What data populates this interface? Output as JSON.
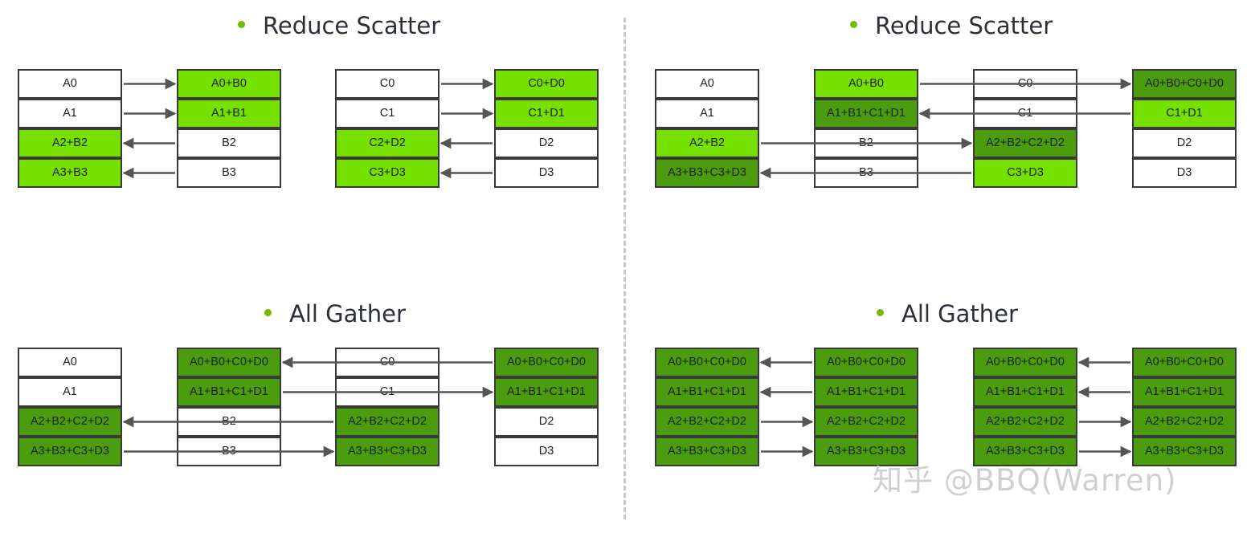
{
  "colors": {
    "bright_green": "#76e000",
    "dark_green": "#4c9c0f",
    "white": "#ffffff",
    "border": "#3a3a3a",
    "arrow": "#555555",
    "bullet": "#76b900",
    "title_text": "#2b2f3a",
    "divider": "#c8c8c8"
  },
  "icons": {
    "bullet": "bullet-dot-icon",
    "arrow": "arrow-icon"
  },
  "panels": [
    {
      "title": "Reduce Scatter",
      "columns": [
        {
          "cells": [
            {
              "label": "A0",
              "shade": 0
            },
            {
              "label": "A1",
              "shade": 0
            },
            {
              "label": "A2+B2",
              "shade": 1
            },
            {
              "label": "A3+B3",
              "shade": 1
            }
          ]
        },
        {
          "cells": [
            {
              "label": "A0+B0",
              "shade": 1
            },
            {
              "label": "A1+B1",
              "shade": 1
            },
            {
              "label": "B2",
              "shade": 0
            },
            {
              "label": "B3",
              "shade": 0
            }
          ]
        },
        {
          "cells": [
            {
              "label": "C0",
              "shade": 0
            },
            {
              "label": "C1",
              "shade": 0
            },
            {
              "label": "C2+D2",
              "shade": 1
            },
            {
              "label": "C3+D3",
              "shade": 1
            }
          ]
        },
        {
          "cells": [
            {
              "label": "C0+D0",
              "shade": 1
            },
            {
              "label": "C1+D1",
              "shade": 1
            },
            {
              "label": "D2",
              "shade": 0
            },
            {
              "label": "D3",
              "shade": 0
            }
          ]
        }
      ],
      "arrows": [
        {
          "row": 0,
          "from": 0,
          "to": 1
        },
        {
          "row": 1,
          "from": 0,
          "to": 1
        },
        {
          "row": 2,
          "from": 1,
          "to": 0
        },
        {
          "row": 3,
          "from": 1,
          "to": 0
        },
        {
          "row": 0,
          "from": 2,
          "to": 3
        },
        {
          "row": 1,
          "from": 2,
          "to": 3
        },
        {
          "row": 2,
          "from": 3,
          "to": 2
        },
        {
          "row": 3,
          "from": 3,
          "to": 2
        }
      ]
    },
    {
      "title": "Reduce Scatter",
      "columns": [
        {
          "cells": [
            {
              "label": "A0",
              "shade": 0
            },
            {
              "label": "A1",
              "shade": 0
            },
            {
              "label": "A2+B2",
              "shade": 1
            },
            {
              "label": "A3+B3+C3+D3",
              "shade": 2
            }
          ]
        },
        {
          "cells": [
            {
              "label": "A0+B0",
              "shade": 1
            },
            {
              "label": "A1+B1+C1+D1",
              "shade": 2
            },
            {
              "label": "B2",
              "shade": 0
            },
            {
              "label": "B3",
              "shade": 0
            }
          ]
        },
        {
          "cells": [
            {
              "label": "C0",
              "shade": 0
            },
            {
              "label": "C1",
              "shade": 0
            },
            {
              "label": "A2+B2+C2+D2",
              "shade": 2
            },
            {
              "label": "C3+D3",
              "shade": 1
            }
          ]
        },
        {
          "cells": [
            {
              "label": "A0+B0+C0+D0",
              "shade": 2
            },
            {
              "label": "C1+D1",
              "shade": 1
            },
            {
              "label": "D2",
              "shade": 0
            },
            {
              "label": "D3",
              "shade": 0
            }
          ]
        }
      ],
      "arrows": [
        {
          "row": 0,
          "from": 1,
          "to": 3
        },
        {
          "row": 1,
          "from": 3,
          "to": 1
        },
        {
          "row": 2,
          "from": 0,
          "to": 2
        },
        {
          "row": 3,
          "from": 2,
          "to": 0
        }
      ]
    },
    {
      "title": "All Gather",
      "columns": [
        {
          "cells": [
            {
              "label": "A0",
              "shade": 0
            },
            {
              "label": "A1",
              "shade": 0
            },
            {
              "label": "A2+B2+C2+D2",
              "shade": 2
            },
            {
              "label": "A3+B3+C3+D3",
              "shade": 2
            }
          ]
        },
        {
          "cells": [
            {
              "label": "A0+B0+C0+D0",
              "shade": 2
            },
            {
              "label": "A1+B1+C1+D1",
              "shade": 2
            },
            {
              "label": "B2",
              "shade": 0
            },
            {
              "label": "B3",
              "shade": 0
            }
          ]
        },
        {
          "cells": [
            {
              "label": "C0",
              "shade": 0
            },
            {
              "label": "C1",
              "shade": 0
            },
            {
              "label": "A2+B2+C2+D2",
              "shade": 2
            },
            {
              "label": "A3+B3+C3+D3",
              "shade": 2
            }
          ]
        },
        {
          "cells": [
            {
              "label": "A0+B0+C0+D0",
              "shade": 2
            },
            {
              "label": "A1+B1+C1+D1",
              "shade": 2
            },
            {
              "label": "D2",
              "shade": 0
            },
            {
              "label": "D3",
              "shade": 0
            }
          ]
        }
      ],
      "arrows": [
        {
          "row": 0,
          "from": 3,
          "to": 1
        },
        {
          "row": 1,
          "from": 1,
          "to": 3
        },
        {
          "row": 2,
          "from": 2,
          "to": 0
        },
        {
          "row": 3,
          "from": 0,
          "to": 2
        }
      ]
    },
    {
      "title": "All Gather",
      "columns": [
        {
          "cells": [
            {
              "label": "A0+B0+C0+D0",
              "shade": 2
            },
            {
              "label": "A1+B1+C1+D1",
              "shade": 2
            },
            {
              "label": "A2+B2+C2+D2",
              "shade": 2
            },
            {
              "label": "A3+B3+C3+D3",
              "shade": 2
            }
          ]
        },
        {
          "cells": [
            {
              "label": "A0+B0+C0+D0",
              "shade": 2
            },
            {
              "label": "A1+B1+C1+D1",
              "shade": 2
            },
            {
              "label": "A2+B2+C2+D2",
              "shade": 2
            },
            {
              "label": "A3+B3+C3+D3",
              "shade": 2
            }
          ]
        },
        {
          "cells": [
            {
              "label": "A0+B0+C0+D0",
              "shade": 2
            },
            {
              "label": "A1+B1+C1+D1",
              "shade": 2
            },
            {
              "label": "A2+B2+C2+D2",
              "shade": 2
            },
            {
              "label": "A3+B3+C3+D3",
              "shade": 2
            }
          ]
        },
        {
          "cells": [
            {
              "label": "A0+B0+C0+D0",
              "shade": 2
            },
            {
              "label": "A1+B1+C1+D1",
              "shade": 2
            },
            {
              "label": "A2+B2+C2+D2",
              "shade": 2
            },
            {
              "label": "A3+B3+C3+D3",
              "shade": 2
            }
          ]
        }
      ],
      "arrows": [
        {
          "row": 0,
          "from": 1,
          "to": 0
        },
        {
          "row": 1,
          "from": 1,
          "to": 0
        },
        {
          "row": 2,
          "from": 0,
          "to": 1
        },
        {
          "row": 3,
          "from": 0,
          "to": 1
        },
        {
          "row": 0,
          "from": 3,
          "to": 2
        },
        {
          "row": 1,
          "from": 3,
          "to": 2
        },
        {
          "row": 2,
          "from": 2,
          "to": 3
        },
        {
          "row": 3,
          "from": 2,
          "to": 3
        }
      ]
    }
  ],
  "watermark": "知乎 @BBQ(Warren)"
}
